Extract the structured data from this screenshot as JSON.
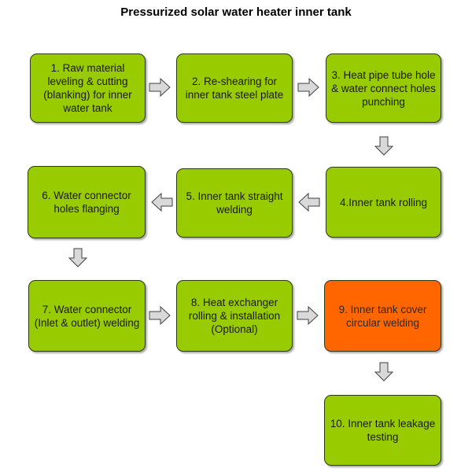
{
  "title": "Pressurized solar water heater inner tank",
  "steps": [
    {
      "label": "1. Raw material leveling & cutting (blanking) for inner water tank"
    },
    {
      "label": "2. Re-shearing for inner tank steel plate"
    },
    {
      "label": "3. Heat pipe tube hole & water connect holes punching"
    },
    {
      "label": "4.Inner tank rolling"
    },
    {
      "label": "5. Inner tank straight welding"
    },
    {
      "label": "6. Water connector holes flanging"
    },
    {
      "label": "7. Water connector (Inlet & outlet) welding"
    },
    {
      "label": "8. Heat exchanger rolling & installation (Optional)"
    },
    {
      "label": "9. Inner tank cover circular welding"
    },
    {
      "label": "10. Inner tank leakage testing"
    }
  ],
  "colors": {
    "step_fill": "#99cc00",
    "highlight_fill": "#ff6600",
    "arrow_fill": "#d9d9d9"
  }
}
